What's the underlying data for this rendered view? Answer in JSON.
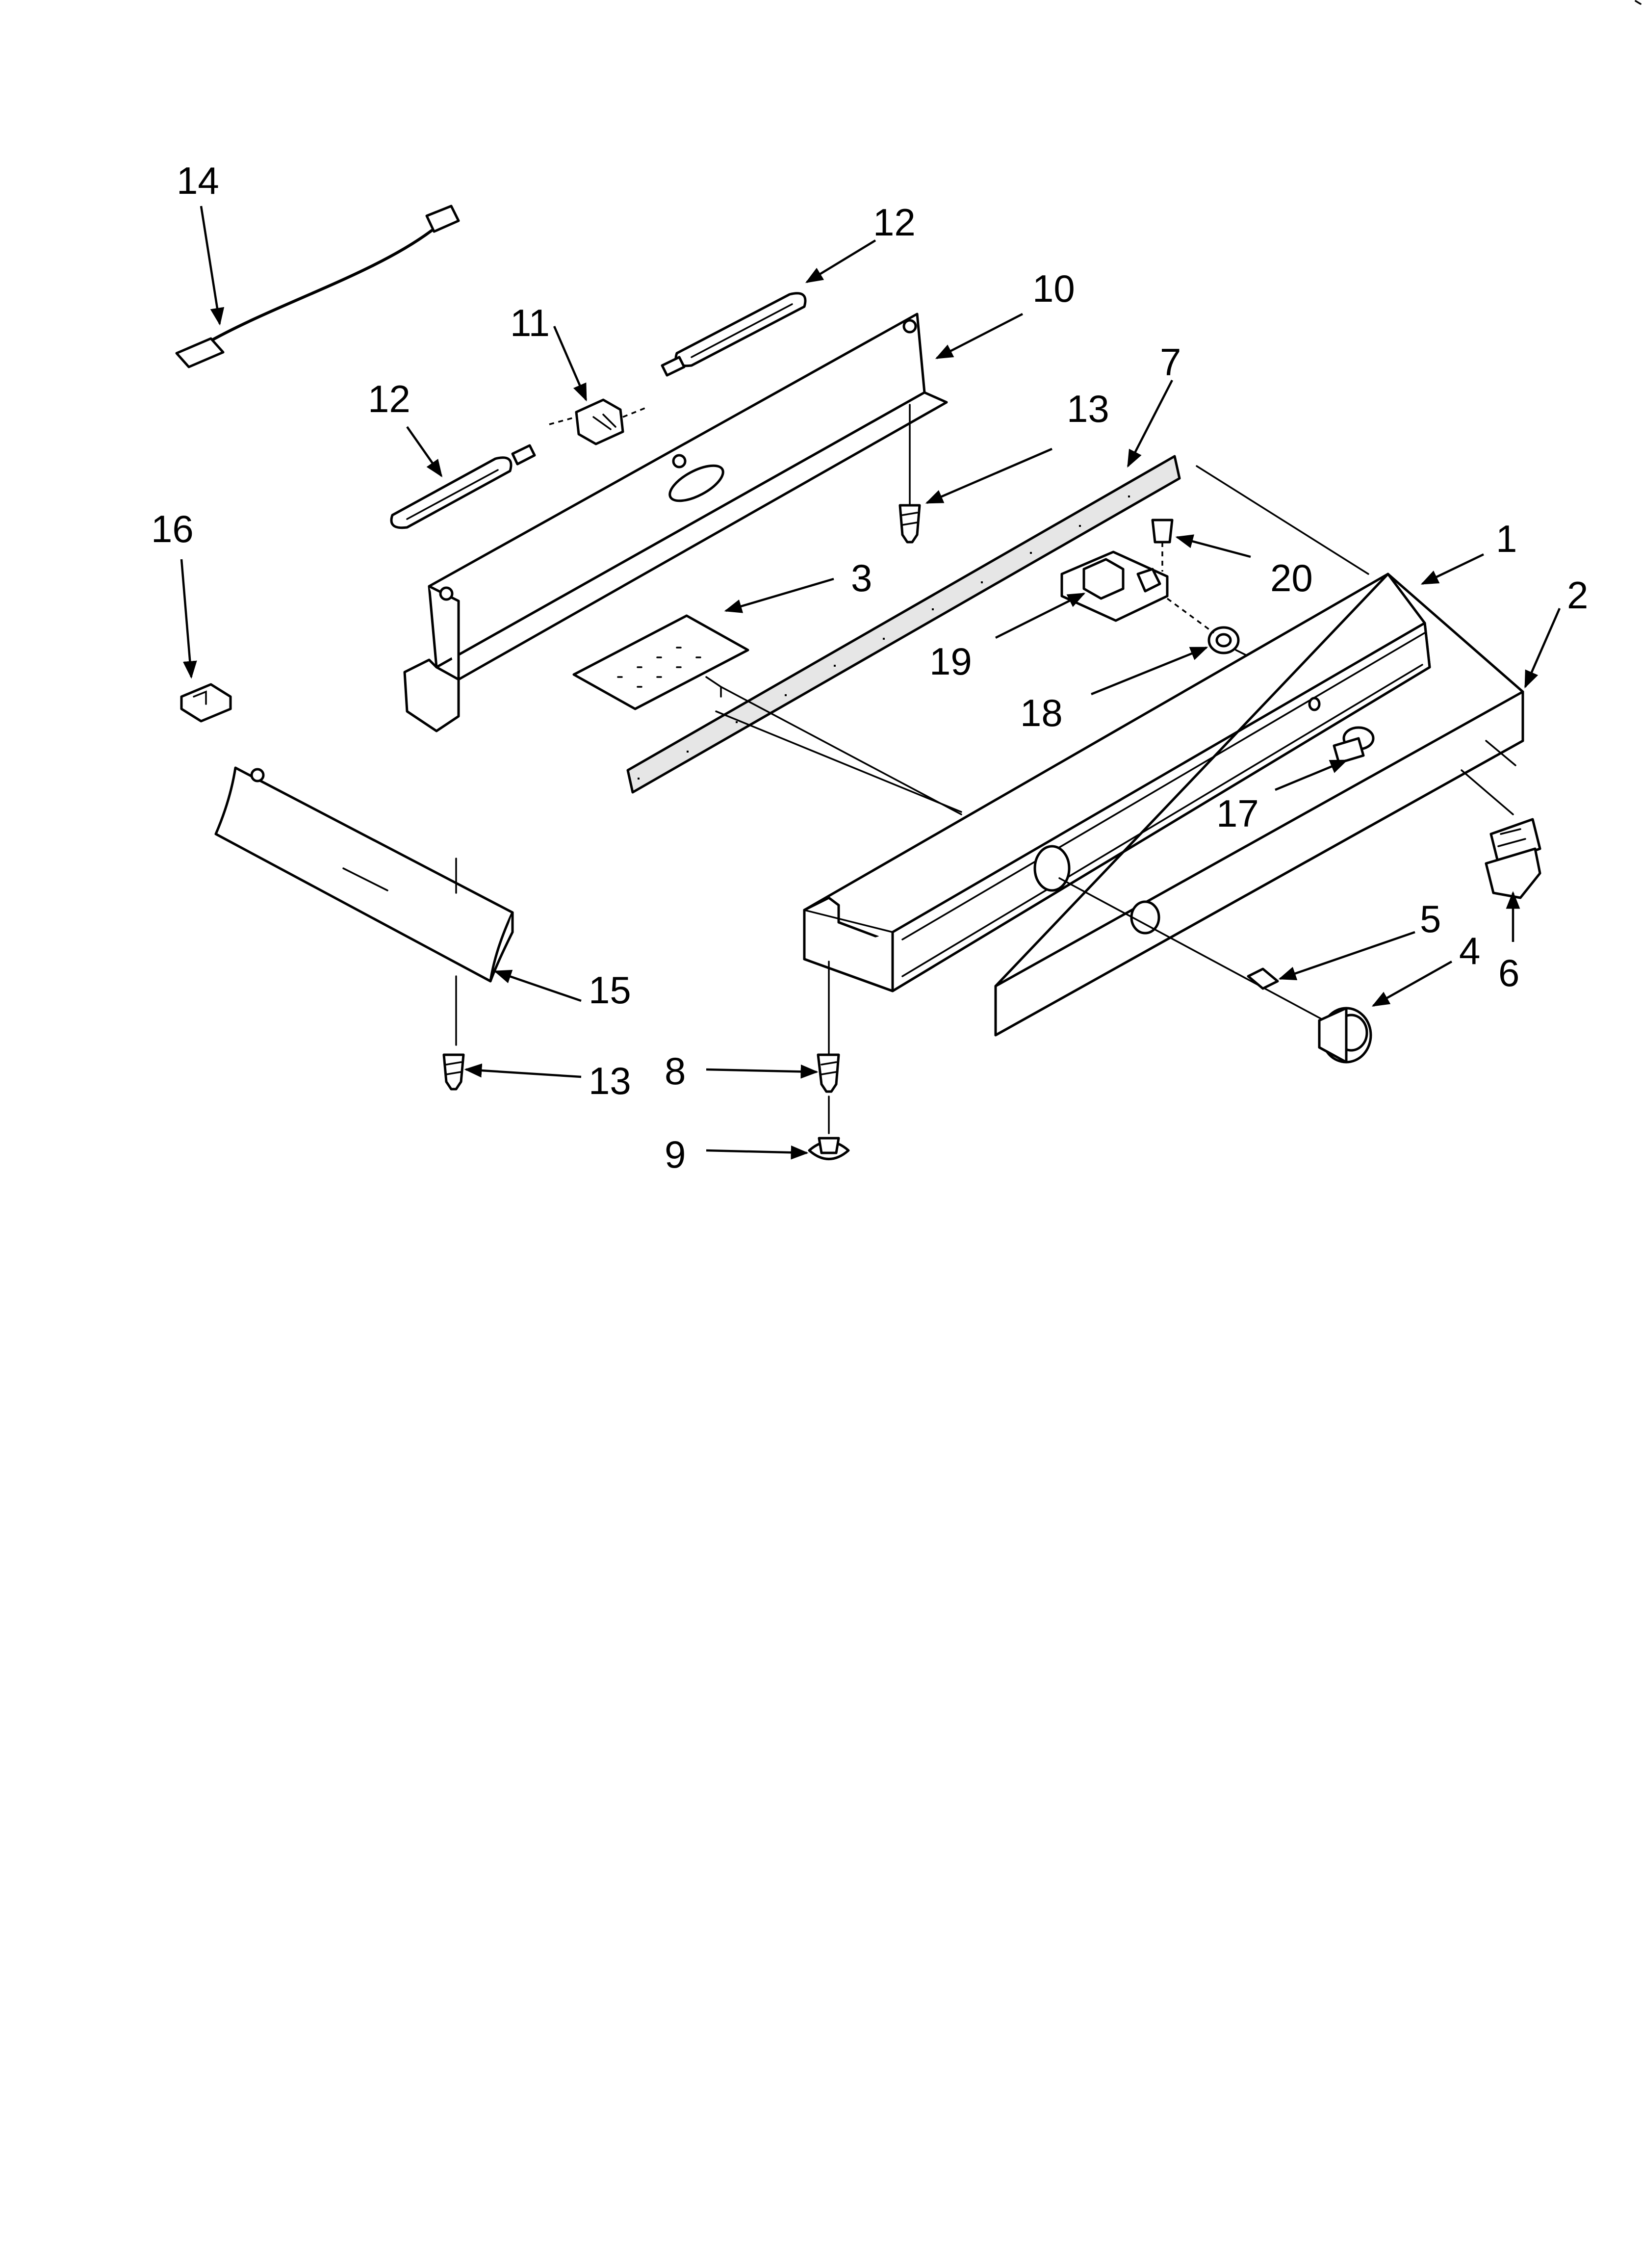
{
  "figure": {
    "type": "exploded-parts-diagram",
    "callouts": [
      {
        "id": "c14a",
        "label": "14"
      },
      {
        "id": "c12a",
        "label": "12"
      },
      {
        "id": "c10",
        "label": "10"
      },
      {
        "id": "c11",
        "label": "11"
      },
      {
        "id": "c12b",
        "label": "12"
      },
      {
        "id": "c7",
        "label": "7"
      },
      {
        "id": "c13a",
        "label": "13"
      },
      {
        "id": "c16",
        "label": "16"
      },
      {
        "id": "c3",
        "label": "3"
      },
      {
        "id": "c1",
        "label": "1"
      },
      {
        "id": "c20",
        "label": "20"
      },
      {
        "id": "c2",
        "label": "2"
      },
      {
        "id": "c19",
        "label": "19"
      },
      {
        "id": "c18",
        "label": "18"
      },
      {
        "id": "c17",
        "label": "17"
      },
      {
        "id": "c5",
        "label": "5"
      },
      {
        "id": "c4",
        "label": "4"
      },
      {
        "id": "c6",
        "label": "6"
      },
      {
        "id": "c15",
        "label": "15"
      },
      {
        "id": "c13b",
        "label": "13"
      },
      {
        "id": "c8",
        "label": "8"
      },
      {
        "id": "c9",
        "label": "9"
      }
    ],
    "parts": [
      "wire-harness",
      "sensor-tube-upper",
      "sensor-tube-lower",
      "mounting-bracket",
      "wire-clip",
      "foam-strip",
      "control-board",
      "control-housing",
      "front-panel",
      "end-cap",
      "left-cover",
      "rocker-switch",
      "control-knob",
      "knob-insert",
      "screw",
      "push-nut",
      "indicator-button",
      "relay-module",
      "lock-ring",
      "small-screw"
    ]
  }
}
